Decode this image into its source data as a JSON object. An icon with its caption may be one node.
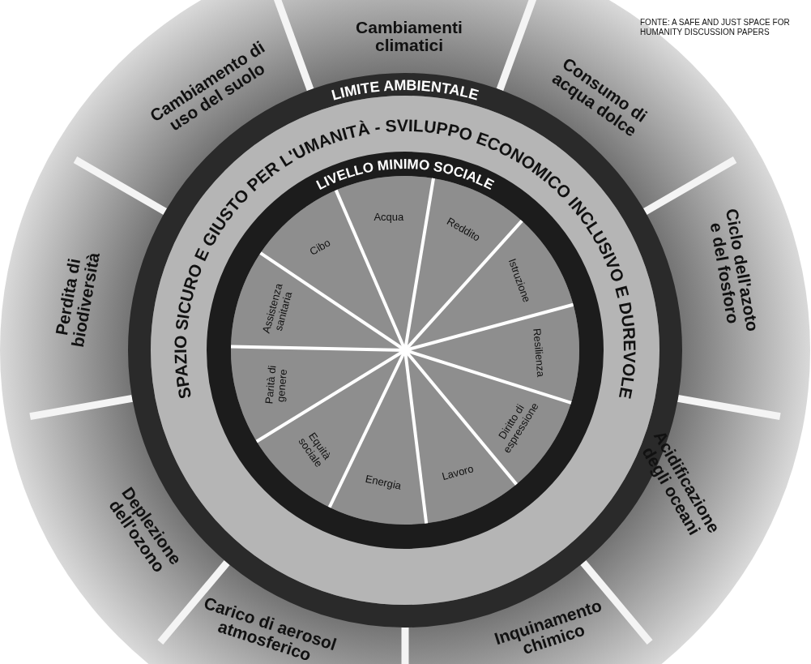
{
  "diagram": {
    "nodes": [
      {
        "text": [
          "Cambiamenti climatici"
        ]
      },
      {
        "text": [
          "Consumo di acqua dolce"
        ]
      },
      {
        "text": [
          "Ciclo dell'azoto e del fosforo"
        ]
      },
      {
        "text": [
          "Acidificazione degli oceani"
        ]
      },
      {
        "text": [
          "Inquinamento chimico"
        ]
      },
      {
        "text": [
          "Carico di aerosol atmosferico"
        ]
      },
      {
        "text": [
          "Deplezione dell'ozono"
        ]
      },
      {
        "text": [
          "Perdita di biodiversità"
        ]
      },
      {
        "text": [
          "Cambiamento di uso del suolo"
        ]
      },
      {
        "text": [
          "LIMITE AMBIENTALE"
        ]
      },
      {
        "text": [
          "SPAZIO SICURO E GIUSTO PER L'UMANITÀ - SVILUPPO ECONOMICO INCLUSIVO E DUREVOLE"
        ]
      },
      {
        "text": [
          "LIVELLO MINIMO SOCIALE"
        ]
      },
      {
        "text": [
          "Acqua"
        ]
      },
      {
        "text": [
          "Reddito"
        ]
      },
      {
        "text": [
          "Istruzione"
        ]
      },
      {
        "text": [
          "Resilienza"
        ]
      },
      {
        "text": [
          "Diritto di espressione"
        ]
      },
      {
        "text": [
          "Lavoro"
        ]
      },
      {
        "text": [
          "Energia"
        ]
      },
      {
        "text": [
          "Equità sociale"
        ]
      },
      {
        "text": [
          "Parità di genere"
        ]
      },
      {
        "text": [
          "Assistenza sanitaria"
        ]
      },
      {
        "text": [
          "Cibo"
        ]
      }
    ],
    "labels": [
      "FONTE: A SAFE AND JUST SPACE FOR HUMANITY DISCUSSION PAPERS"
    ]
  }
}
